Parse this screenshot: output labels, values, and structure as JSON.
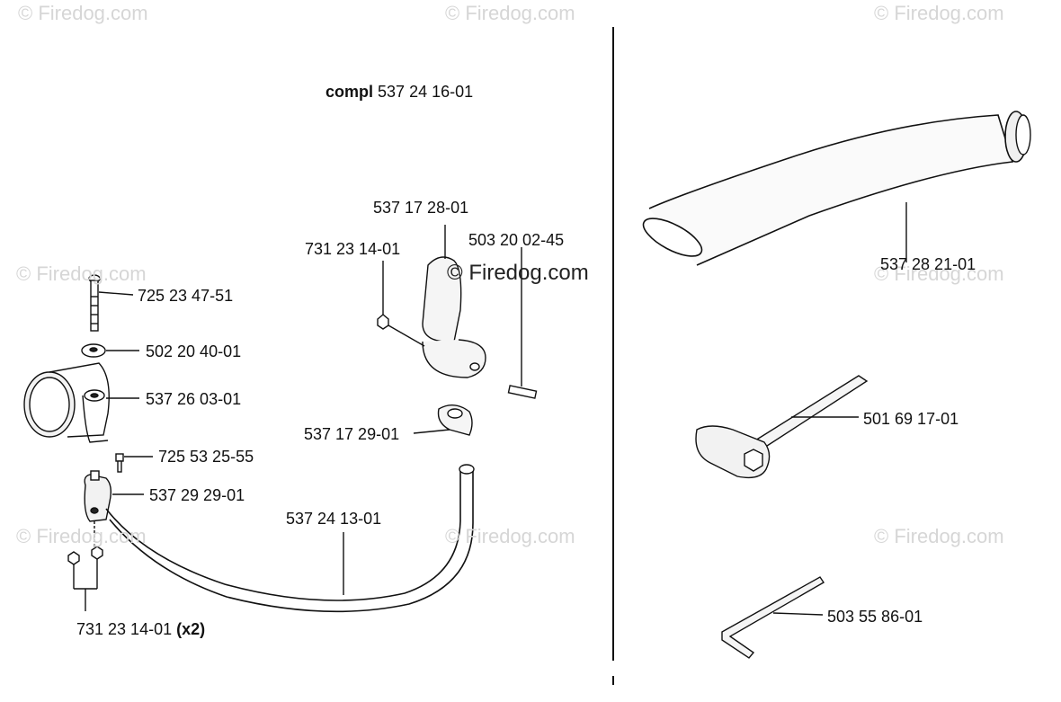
{
  "title": {
    "bold": "compl",
    "number": "537 24 16-01"
  },
  "watermark": "© Firedog.com",
  "parts": {
    "bolt_long": "725 23 47-51",
    "washer": "502 20 40-01",
    "clamp": "537 26 03-01",
    "screw_small": "725 53 25-55",
    "bracket": "537 29 29-01",
    "nuts": "731 23 14-01",
    "nuts_qty": "(x2)",
    "handle_bar": "537 24 13-01",
    "grip": "537 17 28-01",
    "nut_grip": "731 23 14-01",
    "screw_grip": "503 20 02-45",
    "grip_clamp": "537 17 29-01",
    "blower_tube": "537 28 21-01",
    "spark_plug_wrench": "501 69 17-01",
    "hex_key": "503 55 86-01"
  }
}
